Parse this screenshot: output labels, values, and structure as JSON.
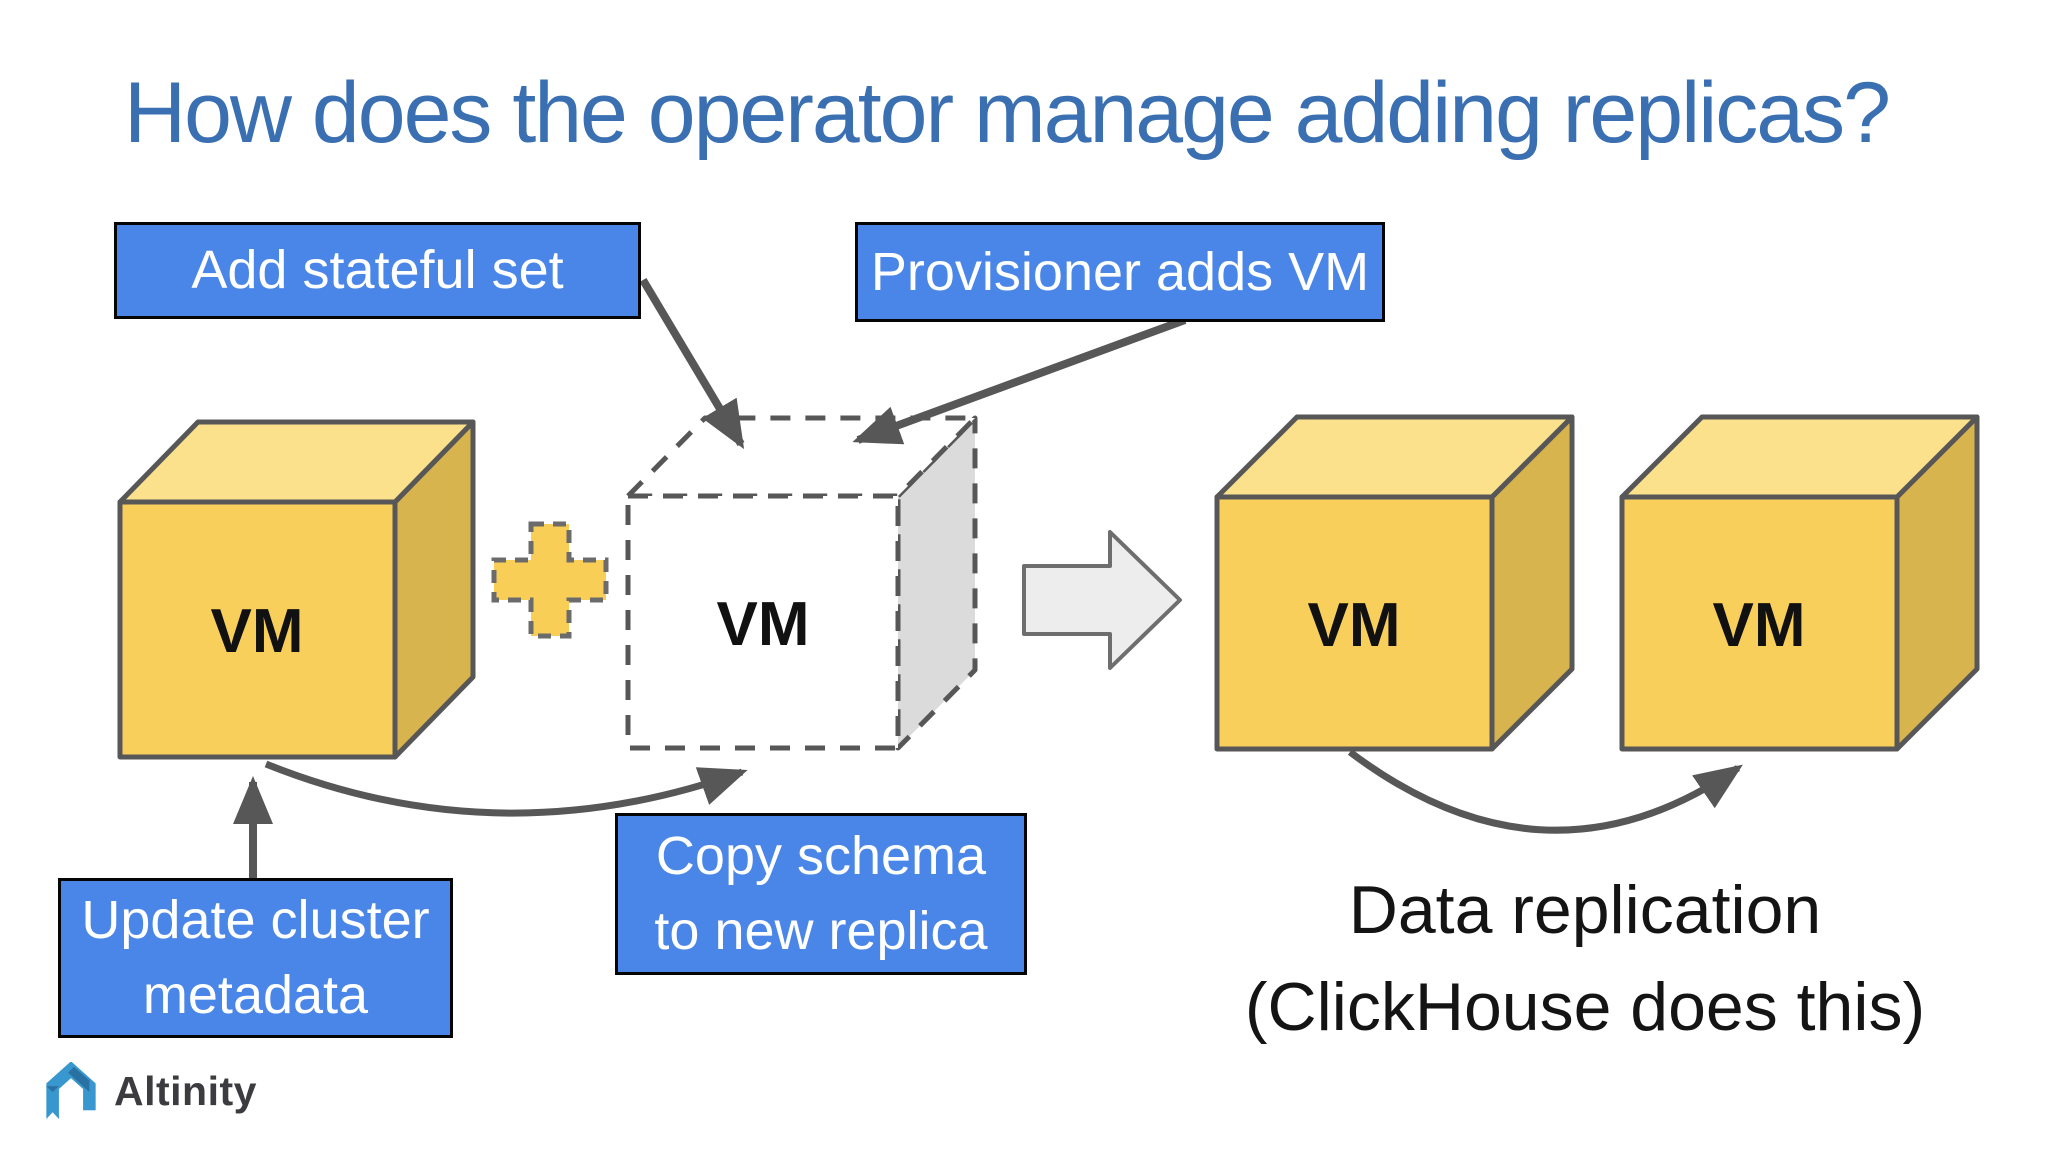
{
  "title": "How does the operator manage adding replicas?",
  "callouts": {
    "add_stateful_set": "Add stateful set",
    "provisioner_adds_vm": "Provisioner adds VM",
    "copy_schema_line1": "Copy schema",
    "copy_schema_line2": "to new replica",
    "update_cluster_line1": "Update cluster",
    "update_cluster_line2": "metadata"
  },
  "cubes": {
    "existing_vm": "VM",
    "new_vm": "VM",
    "replica_vm_1": "VM",
    "replica_vm_2": "VM"
  },
  "caption": {
    "line1": "Data replication",
    "line2": "(ClickHouse does this)"
  },
  "logo": {
    "brand": "Altinity"
  },
  "colors": {
    "title_blue": "#3A6FB2",
    "callout_blue": "#4A86E8",
    "cube_front": "#F9CF5C",
    "cube_top": "#FBE18C",
    "cube_side": "#D8B44F",
    "dashed_cube_side": "#DBDBDB",
    "outline_gray": "#575757",
    "big_arrow_fill": "#EDEDED",
    "logo_blue": "#3897CE"
  }
}
